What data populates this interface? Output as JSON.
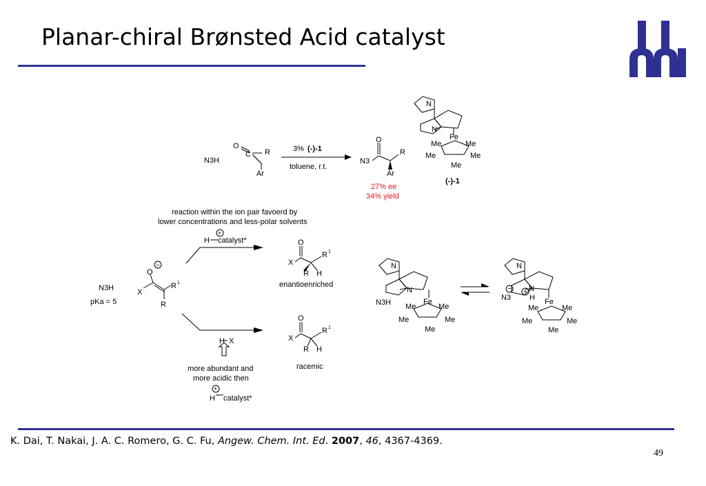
{
  "slide": {
    "title": "Planar-chiral Brønsted Acid catalyst",
    "page_number": "49",
    "brand_color": "#2e3192"
  },
  "citation": {
    "authors": "K. Dai, T. Nakai, J. A. C. Romero, G. C. Fu, ",
    "journal": "Angew. Chem. Int. Ed",
    "sep1": ". ",
    "year": "2007",
    "sep2": ", ",
    "volume": "46",
    "pages": ", 4367-4369."
  },
  "reaction": {
    "reagent": "N3H",
    "ketene": {
      "o": "O",
      "c": "C",
      "r": "R",
      "ar": "Ar"
    },
    "loading": "3% ",
    "catalyst": "(-)-1",
    "conditions": "toluene, r.t.",
    "product": {
      "n3": "N3",
      "o": "O",
      "r": "R",
      "ar": "Ar"
    },
    "ee": "27% ee",
    "yield": "34% yield",
    "catalyst_label": "(-)-1",
    "highlight_color": "#e0191e"
  },
  "mechanism": {
    "ion_pair_note_1": "reaction within the ion pair favoerd by",
    "ion_pair_note_2": "lower concentrations and less-polar solvents",
    "acid_reagent": "N3H",
    "pka": "pKa = 5",
    "h": "H",
    "catalyst_star": "catalyst*",
    "plus": "+",
    "minus": "−",
    "hx": "H",
    "x": "X",
    "enolate": {
      "o": "O",
      "x": "X",
      "r1": "R",
      "sup1": "1",
      "r": "R"
    },
    "enantio_product": {
      "o": "O",
      "x": "X",
      "r1": "R",
      "sup1": "1",
      "r": "R",
      "h": "H"
    },
    "enantio_label": "enantioenriched",
    "racemic_product": {
      "o": "O",
      "x": "X",
      "r1": "R",
      "sup1": "1",
      "r": "R",
      "h": "H"
    },
    "racemic_label": "racemic",
    "note_1": "more abundant and",
    "note_2": "more acidic then",
    "equilibrium": {
      "left_reagent": "N3H",
      "right_anion": "N3",
      "n": "N",
      "h": "H",
      "fe": "Fe",
      "me": "Me"
    }
  }
}
